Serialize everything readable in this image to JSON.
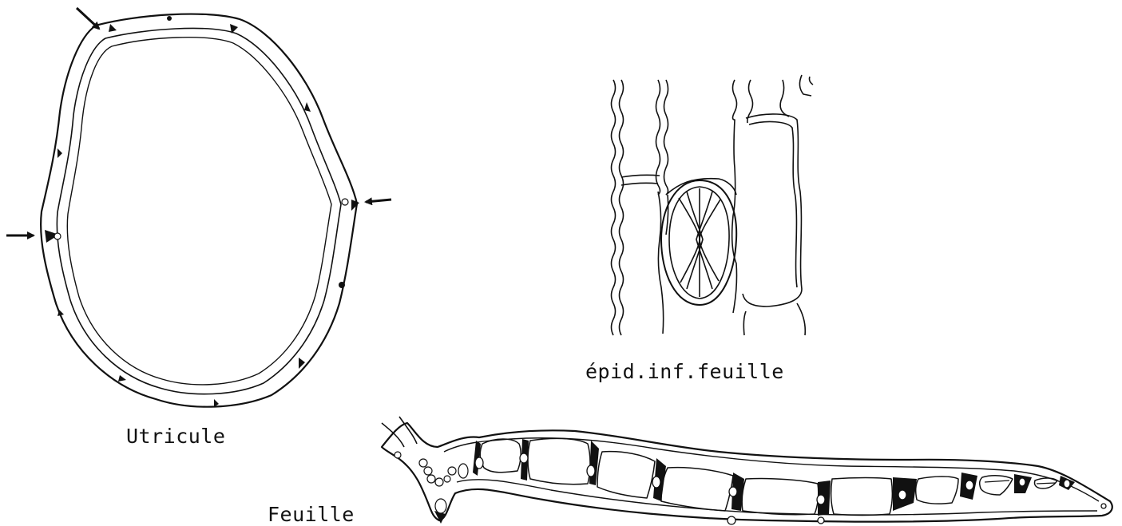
{
  "labels": {
    "utricule": "Utricule",
    "epidermis": "épid.inf.feuille",
    "leaf": "Feuille"
  },
  "colors": {
    "ink": "#111111",
    "paper": "#ffffff"
  },
  "icons": {
    "arrows": "arrow-icon"
  }
}
